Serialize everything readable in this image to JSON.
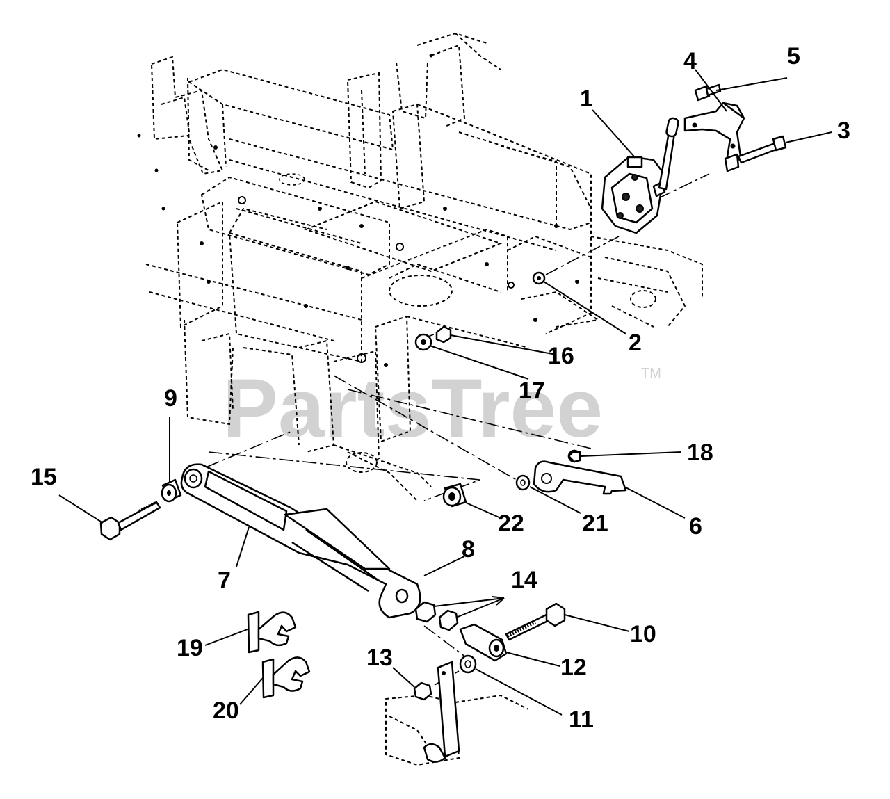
{
  "watermark": {
    "text": "PartsTree",
    "trademark": "TM"
  },
  "callouts": [
    "1",
    "2",
    "3",
    "4",
    "5",
    "6",
    "7",
    "8",
    "9",
    "10",
    "11",
    "12",
    "13",
    "14",
    "15",
    "16",
    "17",
    "18",
    "19",
    "20",
    "21",
    "22"
  ]
}
